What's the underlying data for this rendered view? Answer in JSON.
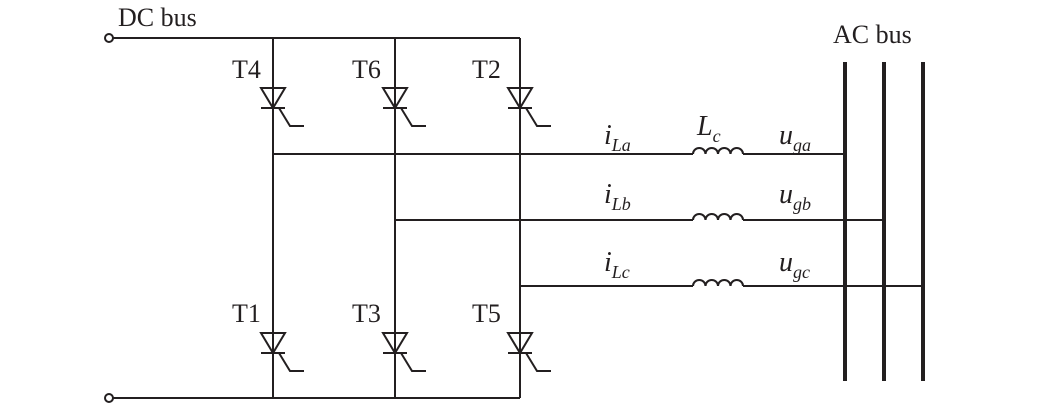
{
  "dc_bus_label": "DC bus",
  "ac_bus_label": "AC bus",
  "thyristors": {
    "upper": [
      "T4",
      "T6",
      "T2"
    ],
    "lower": [
      "T1",
      "T3",
      "T5"
    ]
  },
  "phases": [
    {
      "current": "i",
      "current_sub": "La",
      "voltage": "u",
      "voltage_sub": "ga"
    },
    {
      "current": "i",
      "current_sub": "Lb",
      "voltage": "u",
      "voltage_sub": "gb"
    },
    {
      "current": "i",
      "current_sub": "Lc",
      "voltage": "u",
      "voltage_sub": "gc"
    }
  ],
  "inductor": {
    "symbol": "L",
    "sub": "c"
  }
}
